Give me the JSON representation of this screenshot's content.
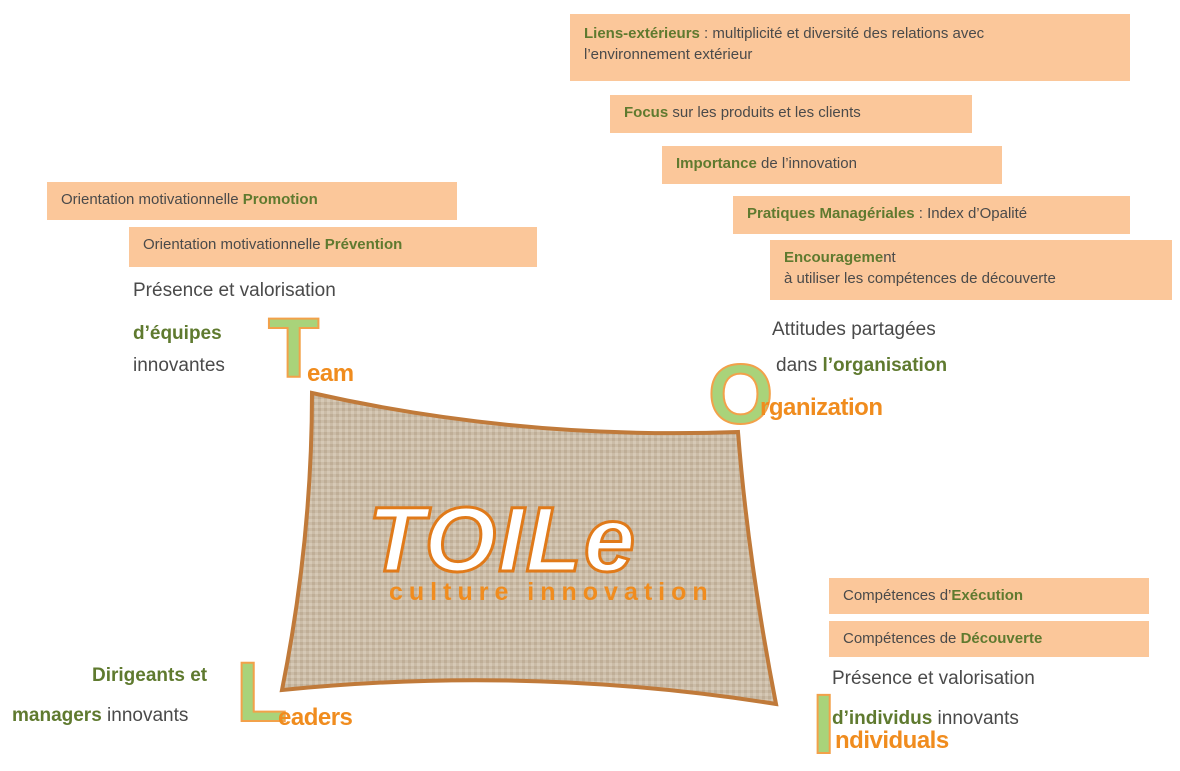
{
  "center": {
    "title": "TOILe",
    "subtitle": "culture innovation"
  },
  "team": {
    "box1": {
      "pre": "Orientation motivationnelle ",
      "bold": "Promotion"
    },
    "box2": {
      "pre": "Orientation motivationnelle ",
      "bold": "Prévention"
    },
    "line1": "Présence et valorisation",
    "line2_bold": "d’équipes",
    "line3": "innovantes",
    "letter": "T",
    "word": "eam"
  },
  "organization": {
    "box1": {
      "bold": "Liens-extérieurs",
      "rest1": " : multiplicité et diversité des relations avec",
      "rest2": "l’environnement  extérieur"
    },
    "box2": {
      "bold": "Focus",
      "rest": " sur les produits  et les clients"
    },
    "box3": {
      "bold": "Importance",
      "rest": " de l’innovation"
    },
    "box4": {
      "bold": "Pratiques Managériales",
      "rest": " : Index d’Opalité"
    },
    "box5": {
      "bold": "Encourageme",
      "rest1": "nt",
      "rest2": "à utiliser les compétences de découverte"
    },
    "line1": "Attitudes partagées",
    "line2_pre": "dans ",
    "line2_bold": "l’organisation",
    "letter": "O",
    "word": "rganization"
  },
  "leaders": {
    "line1_bold": "Dirigeants et",
    "line2_bold": "managers",
    "line2_rest": " innovants",
    "letter": "L",
    "word": "eaders"
  },
  "individuals": {
    "box1": {
      "pre": "Compétences d’",
      "bold": "Exécution"
    },
    "box2": {
      "pre": "Compétences de ",
      "bold": "Découverte"
    },
    "line1": "Présence et valorisation",
    "line2_bold": "d’individus",
    "line2_rest": " innovants",
    "letter": "I",
    "word": "ndividuals"
  },
  "colors": {
    "box": "#fbc79a",
    "accent_orange": "#f08c1e",
    "green": "#5f7a2f",
    "letter_fill": "#a9d37a",
    "canvas": "#c9b9a4"
  }
}
